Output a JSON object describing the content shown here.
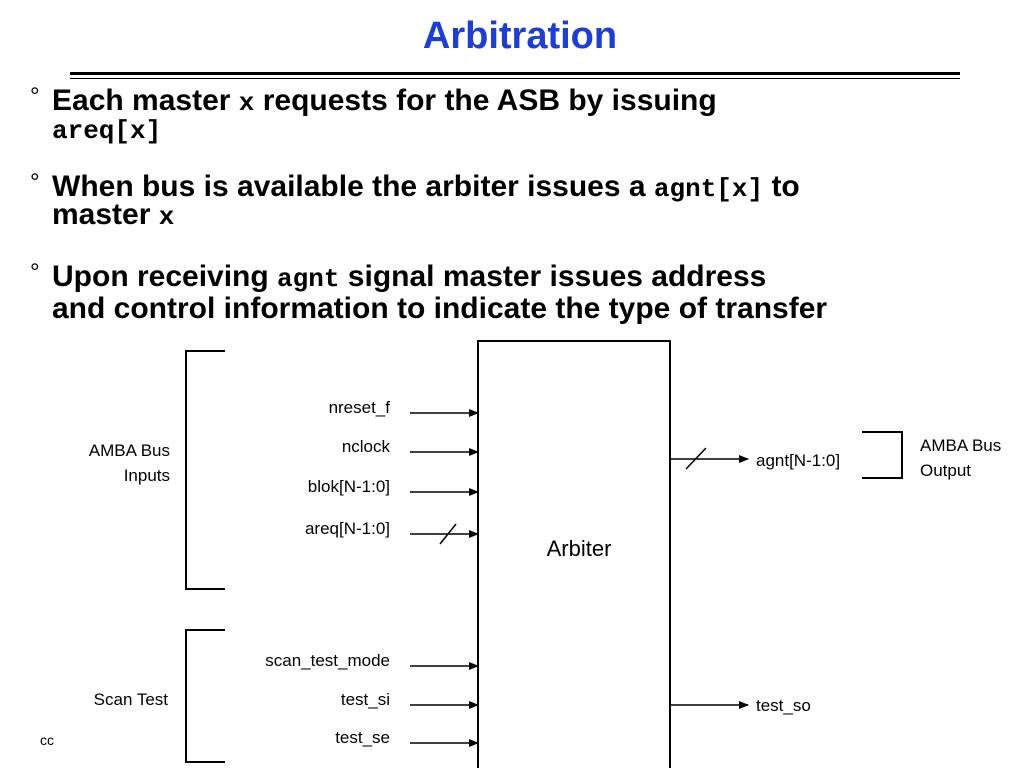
{
  "slide": {
    "title": "Arbitration",
    "footer": "cc",
    "accent_color": "#1a3ddc"
  },
  "bullets": [
    {
      "parts": [
        {
          "t": "Each master ",
          "code": false
        },
        {
          "t": "x",
          "code": true
        },
        {
          "t": " requests for the ASB by issuing",
          "code": false
        }
      ],
      "line2": [
        {
          "t": "areq[x]",
          "code": true
        }
      ]
    },
    {
      "parts": [
        {
          "t": "When bus is available the arbiter issues a ",
          "code": false
        },
        {
          "t": "agnt[x]",
          "code": true
        },
        {
          "t": " to",
          "code": false
        }
      ],
      "line2": [
        {
          "t": "master ",
          "code": false
        },
        {
          "t": "x",
          "code": true
        }
      ]
    },
    {
      "parts": [
        {
          "t": "Upon receiving ",
          "code": false
        },
        {
          "t": "agnt",
          "code": true
        },
        {
          "t": " signal master issues address",
          "code": false
        }
      ],
      "line2": [
        {
          "t": "and control information to indicate the type of transfer",
          "code": false
        }
      ]
    }
  ],
  "diagram": {
    "block_label": "Arbiter",
    "input_group_label_1": "AMBA Bus",
    "input_group_label_2": "Inputs",
    "scan_group_label": "Scan Test",
    "output_group_label_1": "AMBA Bus",
    "output_group_label_2": "Output",
    "inputs": [
      "nreset_f",
      "nclock",
      "blok[N-1:0]",
      "areq[N-1:0]"
    ],
    "scan_inputs": [
      "scan_test_mode",
      "test_si",
      "test_se"
    ],
    "outputs": [
      "agnt[N-1:0]",
      "test_so"
    ]
  }
}
